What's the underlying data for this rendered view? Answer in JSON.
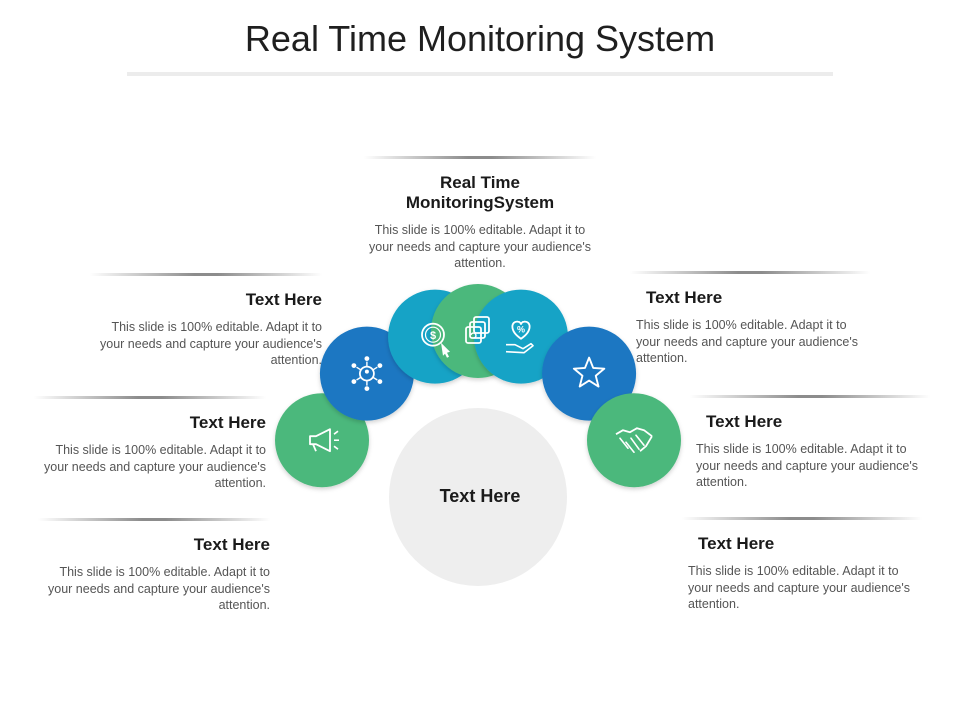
{
  "title": "Real Time Monitoring System",
  "center": "Text Here",
  "colors": {
    "green": "#4cb87b",
    "teal": "#18a3c6",
    "blue": "#1a77c2",
    "hub": "#eeeeee"
  },
  "segments": [
    {
      "icon": "megaphone-icon",
      "color": "green"
    },
    {
      "icon": "network-user-icon",
      "color": "blue"
    },
    {
      "icon": "dollar-search-icon",
      "color": "teal"
    },
    {
      "icon": "copy-documents-icon",
      "color": "green"
    },
    {
      "icon": "heart-percent-hand-icon",
      "color": "teal"
    },
    {
      "icon": "star-icon",
      "color": "blue"
    },
    {
      "icon": "handshake-icon",
      "color": "green"
    }
  ],
  "blocks": {
    "top": {
      "heading": "Real Time\nMonitoringSystem",
      "body": "This slide is 100% editable. Adapt it to your needs and capture your audience's attention."
    },
    "left1": {
      "heading": "Text Here",
      "body": "This slide is 100% editable. Adapt it to your needs and capture your audience's attention."
    },
    "left2": {
      "heading": "Text Here",
      "body": "This slide is 100% editable. Adapt it to your needs and capture your audience's attention."
    },
    "left3": {
      "heading": "Text Here",
      "body": "This slide is 100% editable. Adapt it to your needs and capture your audience's attention."
    },
    "right1": {
      "heading": "Text Here",
      "body": "This slide is 100% editable. Adapt it to your needs and capture your audience's attention."
    },
    "right2": {
      "heading": "Text Here",
      "body": "This slide is 100% editable. Adapt it to your needs and capture your audience's attention."
    },
    "right3": {
      "heading": "Text Here",
      "body": "This slide is 100% editable. Adapt it to your needs and capture your audience's attention."
    }
  }
}
